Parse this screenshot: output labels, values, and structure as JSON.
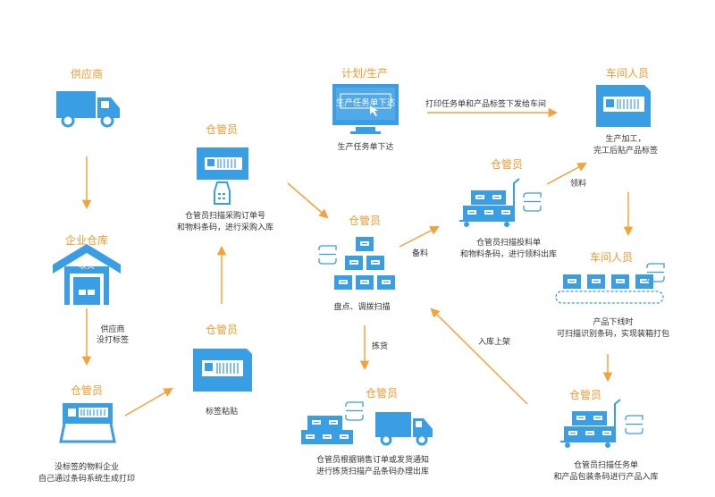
{
  "colors": {
    "blue": "#3a9ee4",
    "orange": "#f5a23a",
    "text": "#333333",
    "role": "#f29a2e"
  },
  "roles": {
    "supplier": "供应商",
    "warehouse": "企业仓库",
    "keeper_bottom_left": "仓管员",
    "keeper_label": "仓管员",
    "keeper_purchase": "仓管员",
    "planning": "计划/生产",
    "keeper_center": "仓管员",
    "keeper_issue": "仓管员",
    "workshop_top": "车间人员",
    "workshop_mid": "车间人员",
    "keeper_ship": "仓管员",
    "keeper_product": "仓管员"
  },
  "captions": {
    "no_label_line1": "没标签的物料企业",
    "no_label_line2": "自己通过条码系统生成打印",
    "label_paste": "标签粘贴",
    "purchase_line1": "仓管员扫描采购订单号",
    "purchase_line2": "和物料条码，进行采购入库",
    "task_issued": "生产任务单下达",
    "inventory": "盘点、调拨扫描",
    "issue_line1": "仓管员扫描投料单",
    "issue_line2": "和物料条码，进行领料出库",
    "production_line1": "生产加工，",
    "production_line2": "完工后贴产品标签",
    "offline_line1": "产品下线时",
    "offline_line2": "可扫描识别条码，实现装箱打包",
    "product_in_line1": "仓管员扫描任务单",
    "product_in_line2": "和产品包装条码进行产品入库",
    "ship_line1": "仓管员根据销售订单或发货通知",
    "ship_line2": "进行拣货扫描产品条码办理出库"
  },
  "arrow_labels": {
    "supplier_unlabeled_1": "供应商",
    "supplier_unlabeled_2": "没打标签",
    "print_task": "打印任务单和产品标签下发给车间",
    "receive_material": "领料",
    "prepare_material": "备料",
    "picking": "拣货",
    "stock_in": "入库上架"
  },
  "screen_text": "生产任务单下达",
  "door_text": "收货",
  "icons": [
    "truck-icon",
    "warehouse-icon",
    "label-printer-icon",
    "barcode-label-icon",
    "handheld-scanner-icon",
    "monitor-icon",
    "box-stack-icon",
    "cart-icon",
    "barcode-tablet-icon",
    "conveyor-icon",
    "delivery-truck-icon"
  ]
}
